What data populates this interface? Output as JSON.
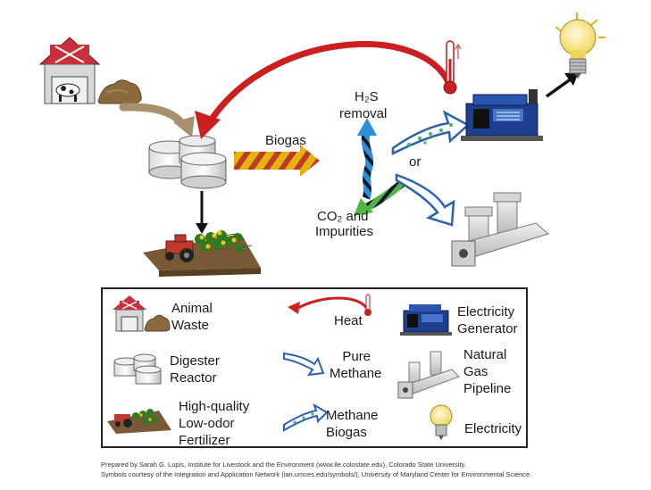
{
  "diagram": {
    "labels": {
      "h2s_line1": "H₂S",
      "h2s_line2": "removal",
      "biogas": "Biogas",
      "or": "or",
      "co2_line1": "CO₂ and",
      "co2_line2": "Impurities"
    },
    "legend": {
      "animal_waste": [
        "Animal",
        "Waste"
      ],
      "digester_reactor": [
        "Digester",
        "Reactor"
      ],
      "fertilizer": [
        "High-quality",
        "Low-odor",
        "Fertilizer"
      ],
      "heat": "Heat",
      "pure_methane": [
        "Pure",
        "Methane"
      ],
      "methane_biogas": [
        "Methane",
        "Biogas"
      ],
      "electricity_generator": [
        "Electricity",
        "Generator"
      ],
      "natural_gas_pipeline": [
        "Natural",
        "Gas",
        "Pipeline"
      ],
      "electricity": "Electricity"
    },
    "credits": [
      "Prepared by Sarah G. Lupis, Institute for Livestock and the Environment (www.ile.colostate.edu), Colorado State University.",
      "Symbols courtesy of the Integration and Application Network (ian.umces.edu/symbols/), University of Maryland Center for Environmental Science."
    ]
  },
  "colors": {
    "heat_arrow": "#cc1f1f",
    "biogas_arrow": "#e3b40b",
    "biogas_stripe": "#c0392b",
    "waste_arrow": "#a8906e",
    "methane_outline": "#2a62b0",
    "biogas_dots": "#49b36b",
    "h2s_arrow": "#2d8fd8",
    "co2_arrow": "#52b445",
    "barn": "#c8313b",
    "bulb": "#f7e27a",
    "generator": "#1e3f8f"
  }
}
